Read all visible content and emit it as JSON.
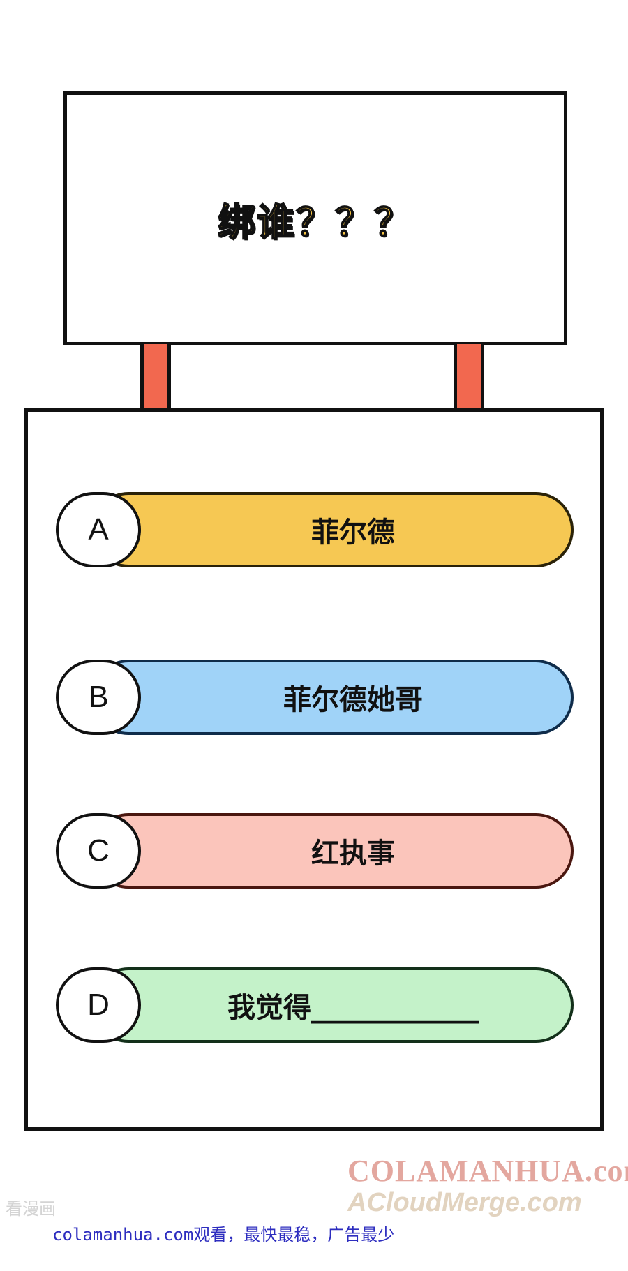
{
  "sign": {
    "title": "绑谁？？？"
  },
  "options": [
    {
      "letter": "A",
      "text": "菲尔德"
    },
    {
      "letter": "B",
      "text": "菲尔德她哥"
    },
    {
      "letter": "C",
      "text": "红执事"
    },
    {
      "letter": "D",
      "text": "我觉得____________"
    }
  ],
  "watermark": {
    "side_text": "看漫画",
    "brand_top": "COLAMANHUA.com",
    "brand_bottom": "ACloudMerge.com",
    "footer": "colamanhua.com观看，最快最稳，广告最少"
  }
}
